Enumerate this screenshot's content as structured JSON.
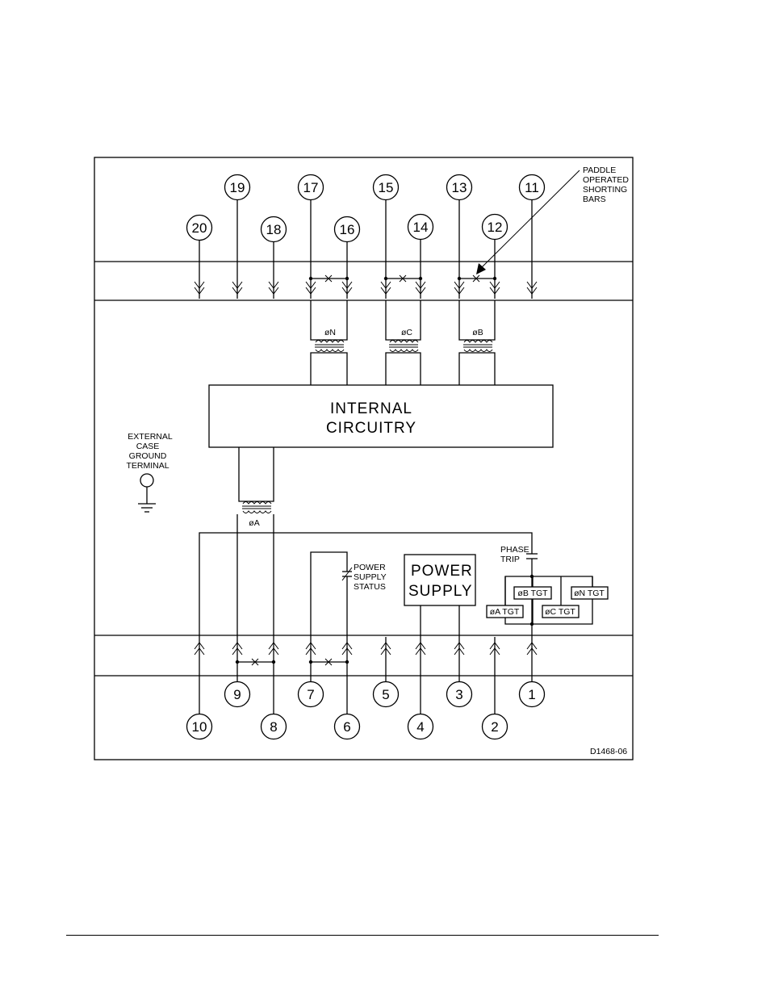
{
  "terminals_top": [
    "20",
    "19",
    "18",
    "17",
    "16",
    "15",
    "14",
    "13",
    "12",
    "11"
  ],
  "terminals_bottom": [
    "10",
    "9",
    "8",
    "7",
    "6",
    "5",
    "4",
    "3",
    "2",
    "1"
  ],
  "labels": {
    "paddle": [
      "PADDLE",
      "OPERATED",
      "SHORTING",
      "BARS"
    ],
    "phase_n": "øN",
    "phase_c": "øC",
    "phase_b": "øB",
    "phase_a": "øA",
    "internal": [
      "INTERNAL",
      "CIRCUITRY"
    ],
    "external": [
      "EXTERNAL",
      "CASE",
      "GROUND",
      "TERMINAL"
    ],
    "ps_status": [
      "POWER",
      "SUPPLY",
      "STATUS"
    ],
    "power_supply": [
      "POWER",
      "SUPPLY"
    ],
    "phase_trip": [
      "PHASE",
      "TRIP"
    ],
    "tgt_b": "øB  TGT",
    "tgt_n": "øN  TGT",
    "tgt_a": "øA  TGT",
    "tgt_c": "øC  TGT",
    "drawing_id": "D1468-06"
  },
  "colors": {
    "ink": "#000000",
    "paper": "#ffffff"
  }
}
